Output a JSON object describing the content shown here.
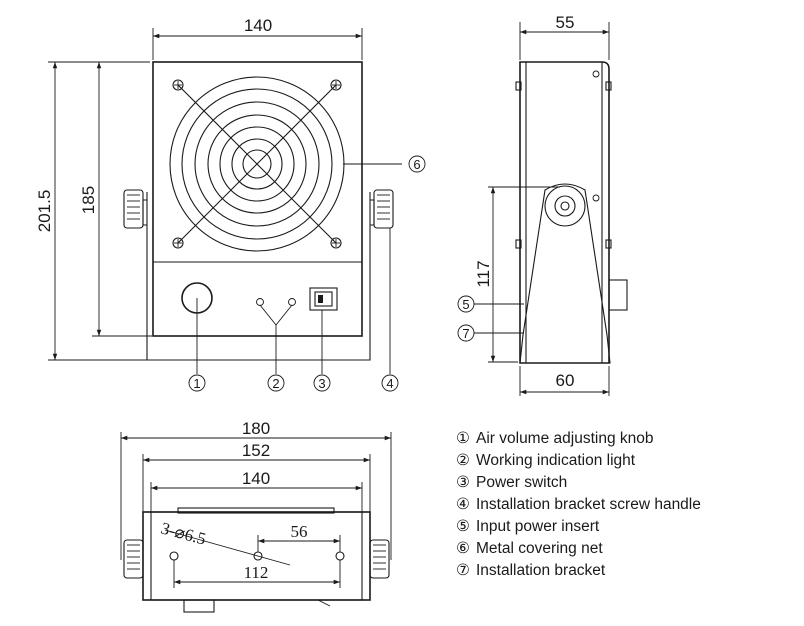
{
  "front_view": {
    "width_label": "140",
    "total_height_label": "201.5",
    "body_height_label": "185",
    "callouts": [
      "①",
      "②",
      "③",
      "④",
      "⑥"
    ]
  },
  "side_view": {
    "top_width_label": "55",
    "bottom_width_label": "60",
    "height_label": "117",
    "callouts": [
      "⑤",
      "⑦"
    ]
  },
  "bottom_view": {
    "overall_width_label": "180",
    "bracket_width_label": "152",
    "body_width_label": "140",
    "hole_spacing_label": "56",
    "hole_pitch_label": "112",
    "hole_spec_label": "3-⌀6.5"
  },
  "legend": {
    "items": [
      {
        "num": "①",
        "text": "Air volume adjusting knob"
      },
      {
        "num": "②",
        "text": "Working indication light"
      },
      {
        "num": "③",
        "text": "Power switch"
      },
      {
        "num": "④",
        "text": "Installation bracket screw handle"
      },
      {
        "num": "⑤",
        "text": "Input power insert"
      },
      {
        "num": "⑥",
        "text": "Metal covering net"
      },
      {
        "num": "⑦",
        "text": "Installation bracket"
      }
    ]
  }
}
